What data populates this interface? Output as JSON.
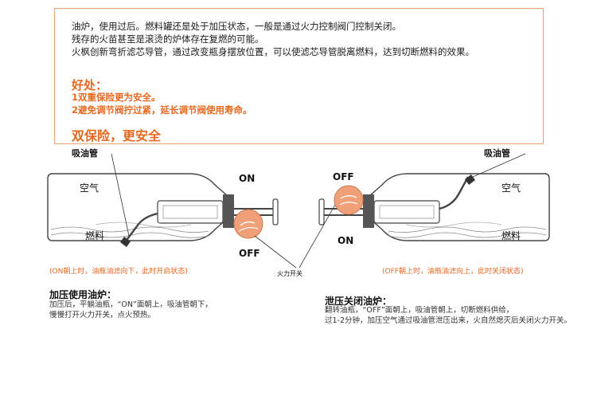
{
  "intro": {
    "lines": [
      "油炉，使用过后。燃料罐还是处于加压状态，一般是通过火力控制阀门控制关闭。",
      "残存的火苗甚至是滚烫的炉体存在复燃的可能。",
      "火枫创新弯折滤芯导管，通过改变瓶身摆放位置，可以使滤芯导管脱离燃料，达到切断燃料的效果。"
    ],
    "benefit_heading": "好处：",
    "benefits": [
      "1双重保险更为安全。",
      "2避免调节阀拧过紧，延长调节阀使用寿命。"
    ],
    "slogan": "双保险，更安全"
  },
  "diagram": {
    "left": {
      "pipe_label": "吸油管",
      "air_label": "空气",
      "fuel_label": "燃料",
      "on_label": "ON",
      "off_label": "OFF",
      "caption": "(ON朝上时，油瓶油滤向下，此时开启状态)"
    },
    "valve_label": "火力开关",
    "right": {
      "pipe_label": "吸油管",
      "air_label": "空气",
      "fuel_label": "燃料",
      "on_label": "ON",
      "off_label": "OFF",
      "caption": "(OFF朝上时，油瓶油滤向上，此时关闭状态)"
    },
    "colors": {
      "accent": "#e8681f",
      "valve": "#f0a078",
      "outline": "#444444"
    }
  },
  "sections": {
    "pressurize": {
      "title": "加压使用油炉：",
      "lines": [
        "加压后，平躺油瓶，“ON”面朝上，吸油管朝下，",
        "慢慢打开火力开关，点火预热。"
      ]
    },
    "release": {
      "title": "泄压关闭油炉：",
      "lines": [
        "翻转油瓶，“OFF”面朝上，吸油管朝上，切断燃料供给，",
        "过1-2分钟，加压空气通过吸油管泄压出来，火自然熄灭后关闭火力开关。"
      ]
    }
  }
}
